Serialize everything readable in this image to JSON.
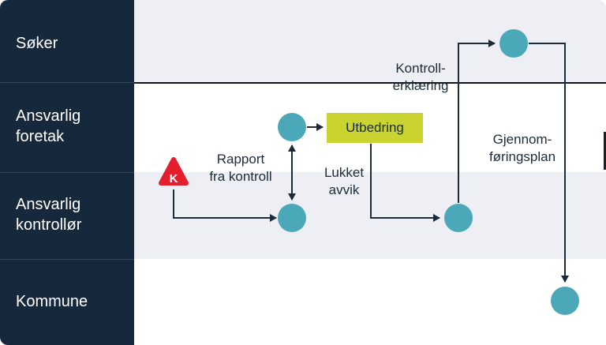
{
  "sidebar": {
    "lanes": [
      {
        "label": "Søker"
      },
      {
        "label": "Ansvarlig\nforetak"
      },
      {
        "label": "Ansvarlig\nkontrollør"
      },
      {
        "label": "Kommune"
      }
    ]
  },
  "diagram": {
    "k_marker_letter": "K",
    "utbedring_box_label": "Utbedring",
    "annotations": {
      "rapport_fra_kontroll": "Rapport\nfra kontroll",
      "lukket_avvik": "Lukket\navvik",
      "kontrollerklaering": "Kontroll-\nerklæring",
      "gjennomforingsplan": "Gjennom-\nføringsplan"
    }
  },
  "colors": {
    "sidebar_bg": "#16293c",
    "lane_alt_bg": "#edeff4",
    "node_teal": "#4ba8b9",
    "marker_red": "#e41e2d",
    "utbedring_bg": "#c9d430",
    "line_dark": "#1c2b3a",
    "separator_black": "#121820"
  }
}
